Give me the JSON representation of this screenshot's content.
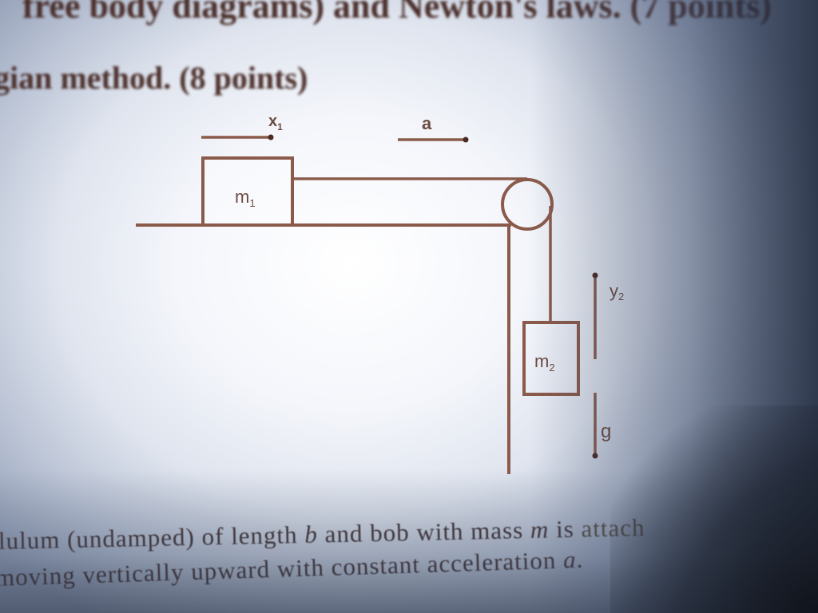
{
  "document": {
    "line1": "free body diagrams) and Newton's laws. (7 points)",
    "line2": "gian method. (8 points)",
    "line3": {
      "part1": "lulum (undamped) of length ",
      "var_length": "b",
      "part2": " and bob with mass ",
      "var_mass": "m",
      "part3": " is ",
      "part4": "attach"
    },
    "line4": {
      "part1": "moving vertically upward with constant acceleration ",
      "var_accel": "a",
      "part2": "."
    }
  },
  "diagram": {
    "block1_label": "m",
    "block1_subscript": "1",
    "block2_label": "m",
    "block2_subscript": "2",
    "arrow_x1_label": "x",
    "arrow_x1_subscript": "1",
    "arrow_a_label": "a",
    "arrow_y2_label": "y",
    "arrow_y2_subscript": "2",
    "arrow_g_label": "g",
    "line_color": "#8a5a4a"
  }
}
